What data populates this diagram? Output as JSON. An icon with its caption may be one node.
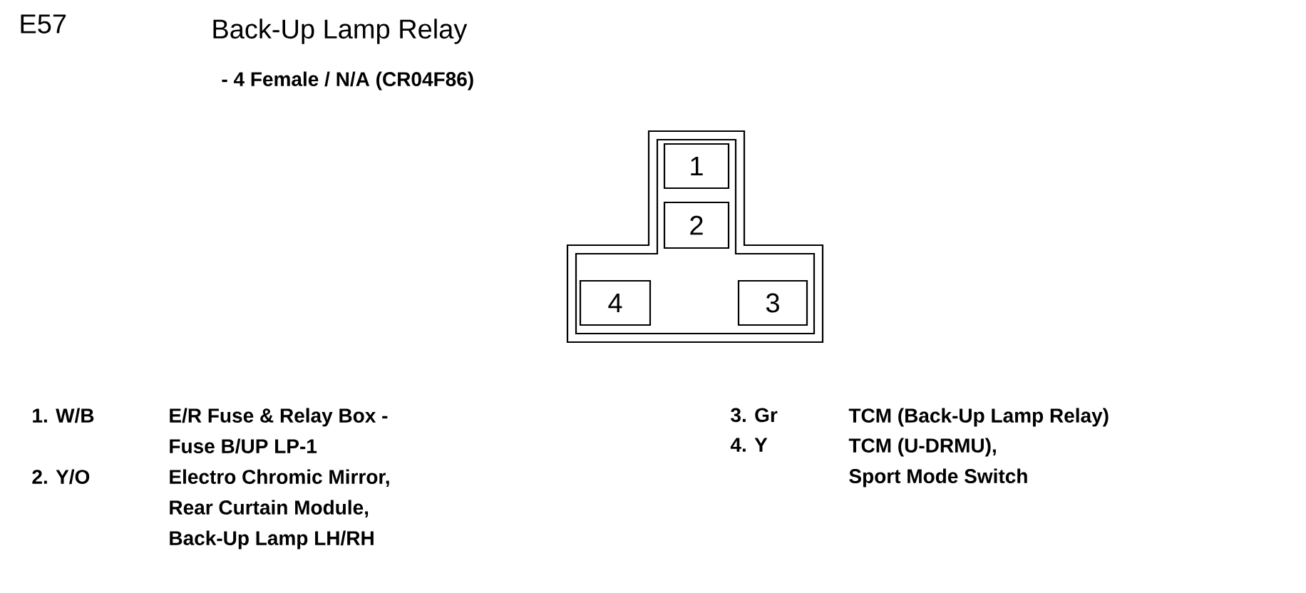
{
  "diagram": {
    "title": "Back-Up Lamp Relay",
    "nodes": [
      {
        "text": [],
        "shape": "box"
      },
      {
        "text": [
          "1"
        ],
        "in": 0
      },
      {
        "text": [
          "2"
        ],
        "in": 0
      },
      {
        "text": [
          "4"
        ],
        "in": 0
      },
      {
        "text": [
          "3"
        ],
        "in": 0
      }
    ],
    "edges": [],
    "labels": [
      "E57",
      "- 4 Female / N/A (CR04F86)",
      "1. W/B",
      "E/R Fuse & Relay Box - Fuse B/UP LP-1",
      "2. Y/O",
      "Electro Chromic Mirror, Rear Curtain Module, Back-Up Lamp LH/RH",
      "3. Gr",
      "TCM (Back-Up Lamp Relay)",
      "4. Y",
      "TCM (U-DRMU), Sport Mode Switch"
    ]
  }
}
